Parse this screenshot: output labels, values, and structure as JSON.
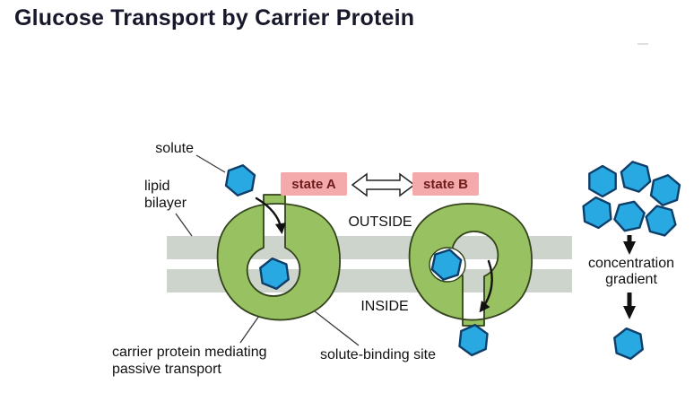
{
  "title": "Glucose Transport by Carrier Protein",
  "colors": {
    "title_text": "#18182c",
    "protein_fill": "#98c261",
    "protein_stroke": "#33431c",
    "hexagon_fill": "#29a9e1",
    "hexagon_stroke": "#0e3f6b",
    "membrane_fill": "#ccd4cb",
    "state_box_bg": "#f4a9ab",
    "state_box_text": "#6e1b1b",
    "label_text": "#111111",
    "pointer_line": "#3a3a3a"
  },
  "labels": {
    "solute": "solute",
    "lipid_bilayer": [
      "lipid",
      "bilayer"
    ],
    "state_a": "state A",
    "state_b": "state B",
    "outside": "OUTSIDE",
    "inside": "INSIDE",
    "carrier_protein": [
      "carrier protein mediating",
      "passive transport"
    ],
    "binding_site": "solute-binding site",
    "concentration_gradient": [
      "concentration",
      "gradient"
    ]
  }
}
